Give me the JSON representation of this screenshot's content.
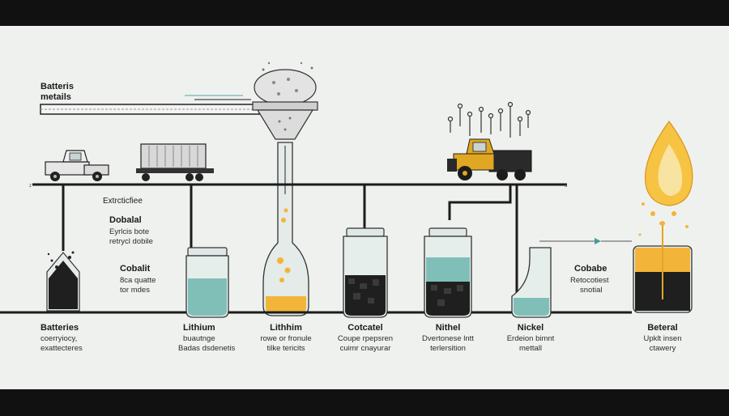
{
  "header": {
    "line1": "Batteris",
    "line2": "metails"
  },
  "mid_labels": {
    "extraction_heading": "Extrcticfiee",
    "dobalal": "Dobalal",
    "dobalal_sub1": "Eyrlcis bote",
    "dobalal_sub2": "retrycl dobile",
    "cobalt": "Cobalit",
    "cobalt_sub1": "8ca quatte",
    "cobalt_sub2": "tor mdes",
    "cobabe": "Cobabe",
    "cobabe_sub1": "Retocotiest",
    "cobabe_sub2": "snotial"
  },
  "stages": [
    {
      "title": "Batteries",
      "sub1": "coerryiocy,",
      "sub2": "exattecteres"
    },
    {
      "title": "Lithium",
      "sub1": "buautnge",
      "sub2": "Badas dsdenetis"
    },
    {
      "title": "Lithhim",
      "sub1": "rowe or fronule",
      "sub2": "tilke tericits"
    },
    {
      "title": "Cotcatel",
      "sub1": "Coupe rpepsren",
      "sub2": "cuimr cnayurar"
    },
    {
      "title": "Nithel",
      "sub1": "Dvertonese lntt",
      "sub2": "terlersition"
    },
    {
      "title": "Nickel",
      "sub1": "Erdeion bimnt",
      "sub2": "mettall"
    },
    {
      "title": "Beteral",
      "sub1": "Upklt insen",
      "sub2": "ctawery"
    }
  ],
  "colors": {
    "background": "#eff1ee",
    "frame": "#111111",
    "line": "#1c1c1c",
    "glass": "#dfe8e6",
    "teal_liquid": "#7fbfb8",
    "amber": "#f2b53a",
    "flame": "#f6c343",
    "machine_yellow": "#e0a722"
  },
  "icons": [
    "truck-icon",
    "trailer-truck-icon",
    "funnel-icon",
    "loader-machine-icon",
    "jar-icon",
    "flask-icon",
    "flame-icon"
  ]
}
